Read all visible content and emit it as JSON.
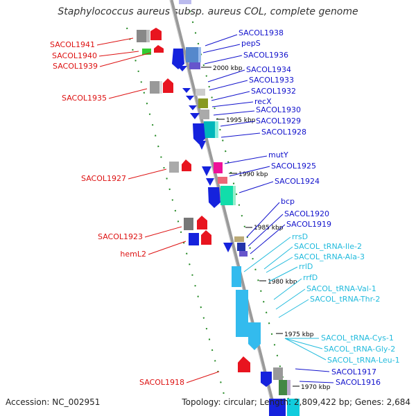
{
  "title": "Staphylococcus aureus subsp. aureus COL, complete genome",
  "footer": {
    "accession": "Accession: NC_002951",
    "summary": "Topology: circular; Length: 2,809,422 bp; Genes: 2,684"
  },
  "colors": {
    "left_label": "#dd1111",
    "right_label_gene": "#1111cc",
    "right_label_rna": "#22bbdd",
    "backbone": "#999999",
    "strand_dash": "#228822"
  },
  "ticks": [
    "2000 kbp",
    "1995 kbp",
    "1990 kbp",
    "1985 kbp",
    "1980 kbp",
    "1975 kbp",
    "1970 kbp"
  ],
  "left_labels": [
    "SACOL1941",
    "SACOL1940",
    "SACOL1939",
    "SACOL1935",
    "SACOL1927",
    "SACOL1923",
    "hemL2",
    "SACOL1918"
  ],
  "right_labels": [
    {
      "text": "SACOL1938",
      "kind": "gene"
    },
    {
      "text": "pepS",
      "kind": "gene"
    },
    {
      "text": "SACOL1936",
      "kind": "gene"
    },
    {
      "text": "SACOL1934",
      "kind": "gene"
    },
    {
      "text": "SACOL1933",
      "kind": "gene"
    },
    {
      "text": "SACOL1932",
      "kind": "gene"
    },
    {
      "text": "recX",
      "kind": "gene"
    },
    {
      "text": "SACOL1930",
      "kind": "gene"
    },
    {
      "text": "SACOL1929",
      "kind": "gene"
    },
    {
      "text": "SACOL1928",
      "kind": "gene"
    },
    {
      "text": "mutY",
      "kind": "gene"
    },
    {
      "text": "SACOL1925",
      "kind": "gene"
    },
    {
      "text": "SACOL1924",
      "kind": "gene"
    },
    {
      "text": "bcp",
      "kind": "gene"
    },
    {
      "text": "SACOL1920",
      "kind": "gene"
    },
    {
      "text": "SACOL1919",
      "kind": "gene"
    },
    {
      "text": "rrsD",
      "kind": "rna"
    },
    {
      "text": "SACOL_tRNA-Ile-2",
      "kind": "rna"
    },
    {
      "text": "SACOL_tRNA-Ala-3",
      "kind": "rna"
    },
    {
      "text": "rrlD",
      "kind": "rna"
    },
    {
      "text": "rrfD",
      "kind": "rna"
    },
    {
      "text": "SACOL_tRNA-Val-1",
      "kind": "rna"
    },
    {
      "text": "SACOL_tRNA-Thr-2",
      "kind": "rna"
    },
    {
      "text": "SACOL_tRNA-Cys-1",
      "kind": "rna"
    },
    {
      "text": "SACOL_tRNA-Gly-2",
      "kind": "rna"
    },
    {
      "text": "SACOL_tRNA-Leu-1",
      "kind": "rna"
    },
    {
      "text": "SACOL1917",
      "kind": "gene"
    },
    {
      "text": "SACOL1916",
      "kind": "gene"
    }
  ]
}
